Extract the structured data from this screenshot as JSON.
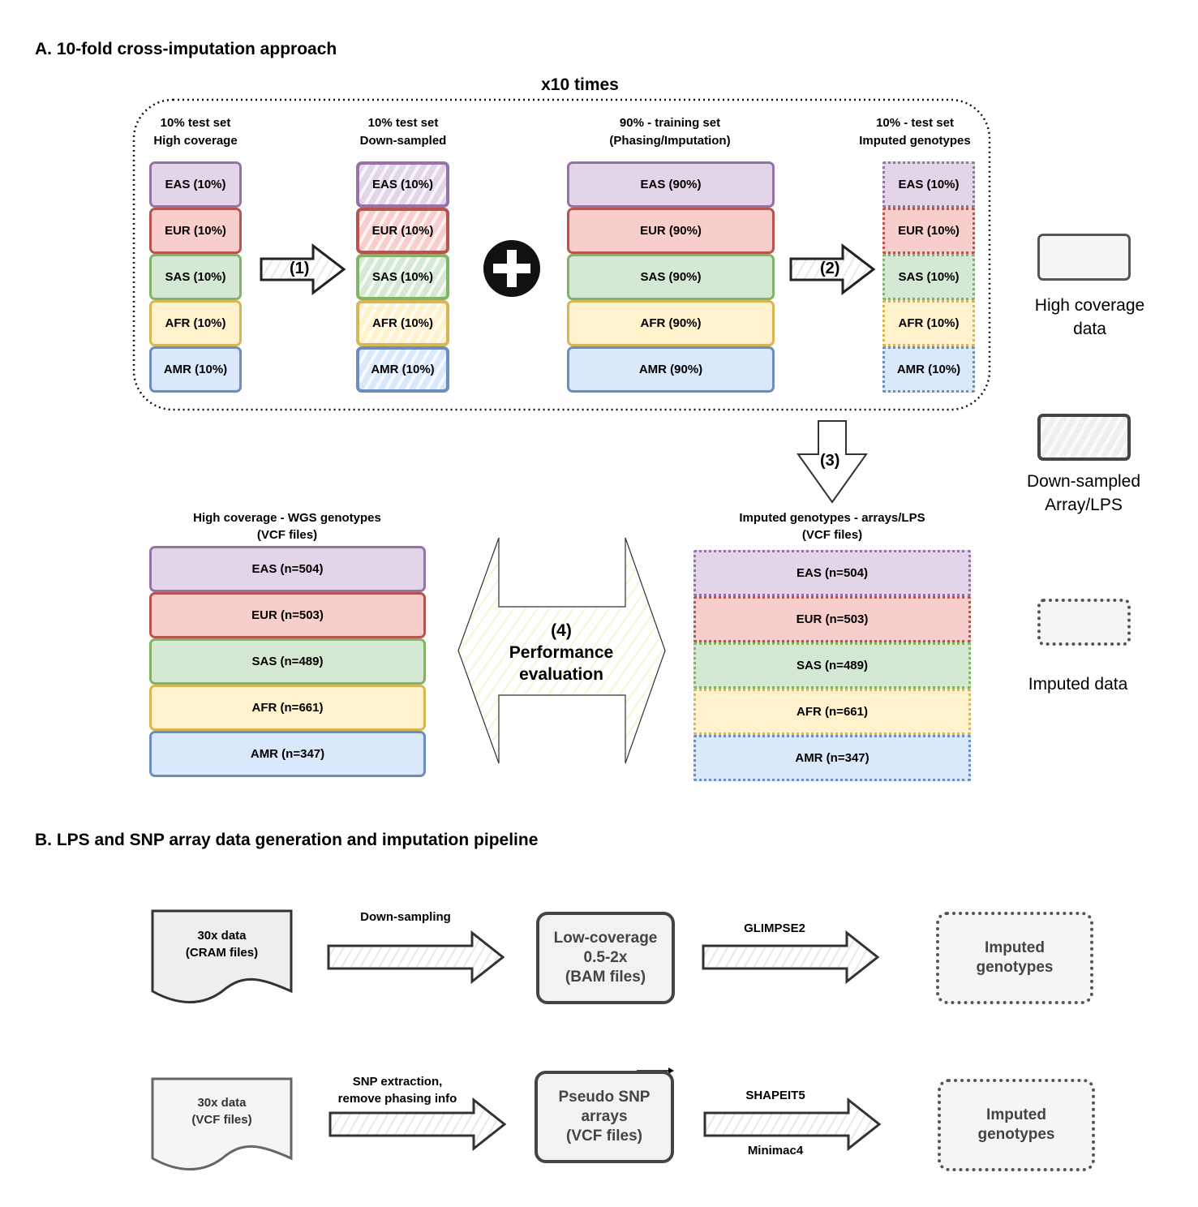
{
  "colors": {
    "EAS": {
      "fill": "#e1d5e7",
      "stroke": "#9673a6"
    },
    "EUR": {
      "fill": "#f8cecc",
      "stroke": "#b85450"
    },
    "SAS": {
      "fill": "#d5e8d4",
      "stroke": "#82b366"
    },
    "AFR": {
      "fill": "#fff2cc",
      "stroke": "#d6b656"
    },
    "AMR": {
      "fill": "#dae8fc",
      "stroke": "#6c8ebf"
    }
  },
  "section_a": {
    "title": "A. 10-fold cross-imputation approach",
    "repeat_label": "x10 times",
    "columns": [
      {
        "title_line1": "10% test set",
        "title_line2": "High coverage",
        "items": [
          "EAS (10%)",
          "EUR (10%)",
          "SAS (10%)",
          "AFR (10%)",
          "AMR (10%)"
        ]
      },
      {
        "title_line1": "10% test set",
        "title_line2": "Down-sampled",
        "items": [
          "EAS (10%)",
          "EUR (10%)",
          "SAS (10%)",
          "AFR (10%)",
          "AMR (10%)"
        ]
      },
      {
        "title_line1": "90% - training set",
        "title_line2": "(Phasing/Imputation)",
        "items": [
          "EAS (90%)",
          "EUR (90%)",
          "SAS (90%)",
          "AFR (90%)",
          "AMR (90%)"
        ]
      },
      {
        "title_line1": "10% -  test set",
        "title_line2": "Imputed genotypes",
        "items": [
          "EAS (10%)",
          "EUR (10%)",
          "SAS (10%)",
          "AFR (10%)",
          "AMR (10%)"
        ]
      }
    ],
    "step1": "(1)",
    "step2": "(2)",
    "step3": "(3)",
    "step4_line1": "(4)",
    "step4_line2": "Performance",
    "step4_line3": "evaluation",
    "wgs": {
      "title_line1": "High coverage - WGS genotypes",
      "title_line2": "(VCF files)",
      "items": [
        "EAS (n=504)",
        "EUR (n=503)",
        "SAS (n=489)",
        "AFR (n=661)",
        "AMR (n=347)"
      ]
    },
    "imputed": {
      "title_line1": "Imputed genotypes - arrays/LPS",
      "title_line2": "(VCF files)",
      "items": [
        "EAS (n=504)",
        "EUR (n=503)",
        "SAS (n=489)",
        "AFR (n=661)",
        "AMR (n=347)"
      ]
    }
  },
  "legend": {
    "high_coverage_line1": "High coverage",
    "high_coverage_line2": "data",
    "downsampled_line1": "Down-sampled",
    "downsampled_line2": "Array/LPS",
    "imputed": "Imputed data"
  },
  "section_b": {
    "title": "B. LPS and SNP array data generation and imputation pipeline",
    "row1": {
      "source_line1": "30x data",
      "source_line2": "(CRAM files)",
      "arrow1_label": "Down-sampling",
      "mid_line1": "Low-coverage",
      "mid_line2": "0.5-2x",
      "mid_line3": "(BAM files)",
      "arrow2_label": "GLIMPSE2",
      "result_line1": "Imputed",
      "result_line2": "genotypes"
    },
    "row2": {
      "source_line1": "30x data",
      "source_line2": "(VCF files)",
      "arrow1_label_line1": "SNP extraction,",
      "arrow1_label_line2": "remove phasing info",
      "mid_line1": "Pseudo SNP",
      "mid_line2": "arrays",
      "mid_line3": "(VCF files)",
      "arrow2_label_top": "SHAPEIT5",
      "arrow2_label_bottom": "Minimac4",
      "result_line1": "Imputed",
      "result_line2": "genotypes"
    }
  }
}
